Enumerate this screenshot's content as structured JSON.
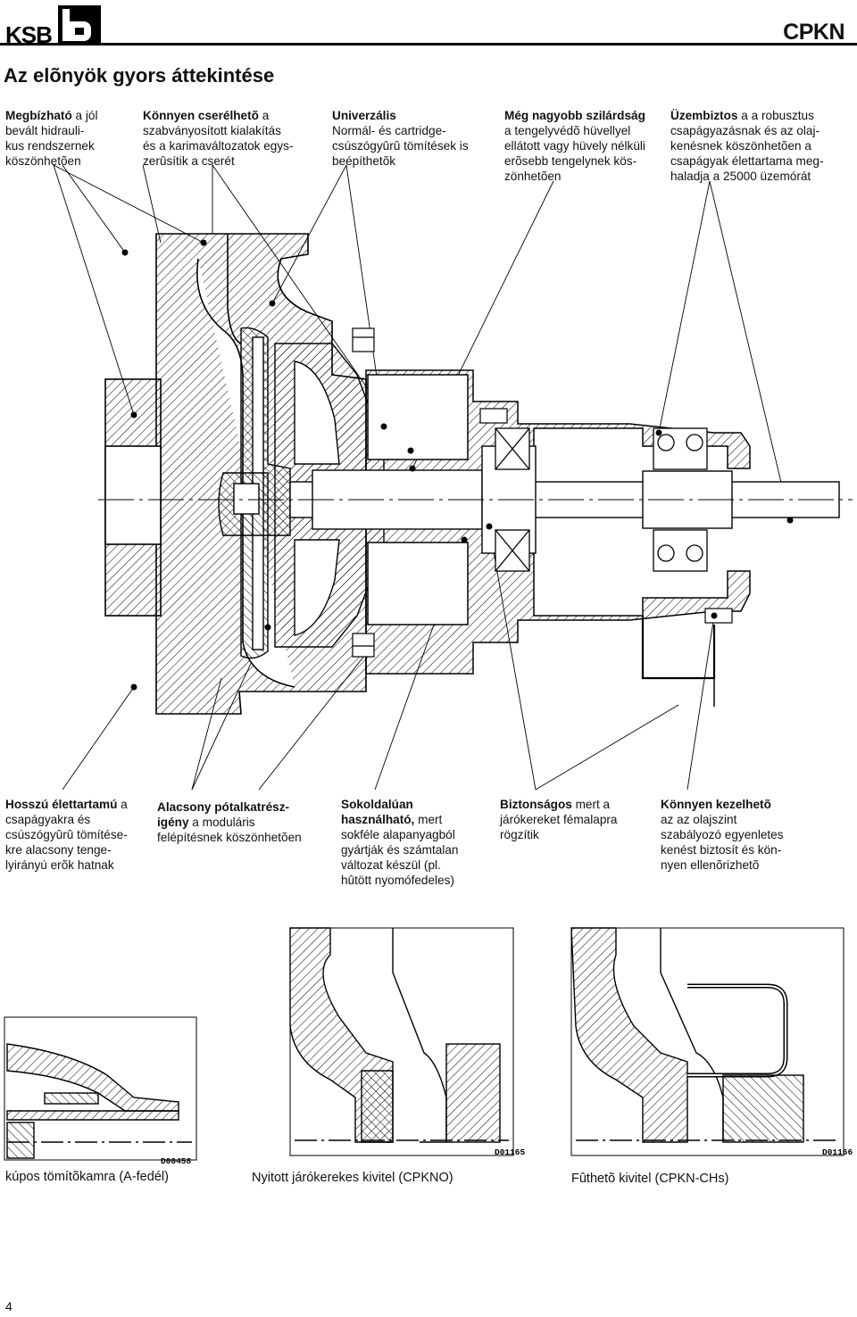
{
  "header": {
    "brand": "KSB",
    "product": "CPKN"
  },
  "page_title": "Az elõnyök gyors áttekintése",
  "top_notes": [
    {
      "bold": "Megbízható",
      "rest_first": " a jól",
      "lines": [
        "bevált hidrauli-",
        "kus rendszernek",
        "köszönhetõen"
      ]
    },
    {
      "bold": "Könnyen cserélhetõ",
      "rest_first": " a",
      "lines": [
        "szabványosított kialakítás",
        "és a karimaváltozatok egys-",
        "zerûsítik a cserét"
      ]
    },
    {
      "bold": "Univerzális",
      "rest_first": "",
      "lines": [
        "Normál- és cartridge-",
        "csúszógyûrû tömítések is",
        "beépíthetõk"
      ]
    },
    {
      "bold": "Még nagyobb szilárdság",
      "rest_first": "",
      "lines": [
        "a tengelyvédõ hüvellyel",
        "ellátott vagy hüvely nélküli",
        "erõsebb tengelynek kös-",
        "zönhetõen"
      ]
    },
    {
      "bold": "Üzembiztos",
      "rest_first": " a  a robusztus",
      "lines": [
        "csapágyazásnak és az olaj-",
        "kenésnek köszönhetõen a",
        "csapágyak élettartama meg-",
        "haladja a 25000 üzemórát"
      ]
    }
  ],
  "bottom_notes": [
    {
      "bold": "Hosszú élettartamú",
      "rest_first": " a",
      "lines": [
        "csapágyakra és",
        "csúszógyûrû tömítése-",
        "kre alacsony tenge-",
        "lyirányú erõk hatnak"
      ]
    },
    {
      "bold": "Alacsony pótalkatrész-",
      "rest_first": "",
      "bold2": "igény",
      "rest_second": " a moduláris",
      "lines": [
        "felépítésnek köszönhetõen"
      ]
    },
    {
      "bold": "Sokoldalúan",
      "rest_first": "",
      "bold2": "használható,",
      "rest_second": " mert",
      "lines": [
        "sokféle alapanyagból",
        "gyártják és számtalan",
        "változat készül (pl.",
        "hûtött nyomófedeles)"
      ]
    },
    {
      "bold": "Biztonságos",
      "rest_first": " mert  a",
      "lines": [
        "járókereket fémalapra",
        "rögzítik"
      ]
    },
    {
      "bold": "Könnyen kezelhetõ",
      "rest_first": "",
      "lines": [
        "az  az olajszint",
        "szabályozó egyenletes",
        "kenést biztosít és kön-",
        "nyen ellenõrizhetõ"
      ]
    }
  ],
  "detail_views": [
    {
      "code": "D00458",
      "caption": "kúpos tömítõkamra (A-fedél)"
    },
    {
      "code": "D01165",
      "caption": "Nyitott járókerekes kivitel (CPKNO)"
    },
    {
      "code": "D01166",
      "caption": "Fûthetõ kivitel (CPKN-CHs)"
    }
  ],
  "page_number": "4"
}
